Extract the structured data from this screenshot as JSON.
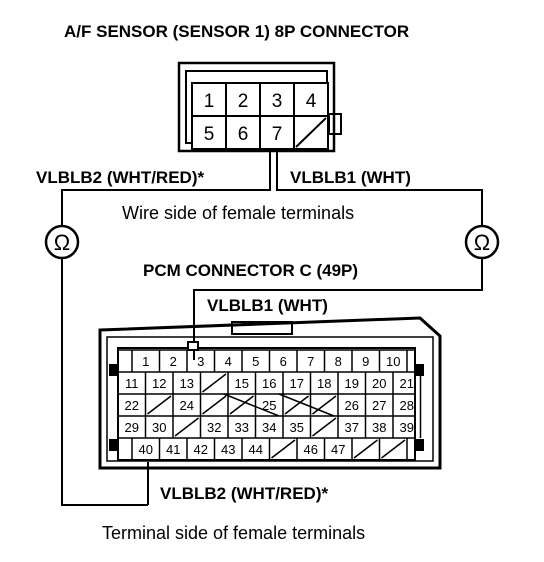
{
  "title": "A/F SENSOR (SENSOR 1) 8P CONNECTOR",
  "af_connector": {
    "terminals": [
      "1",
      "2",
      "3",
      "4",
      "5",
      "6",
      "7"
    ]
  },
  "labels": {
    "vlblb2_top": "VLBLB2 (WHT/RED)*",
    "vlblb1_top": "VLBLB1 (WHT)",
    "wire_side": "Wire side of female terminals",
    "pcm_title": "PCM CONNECTOR C (49P)",
    "vlblb1_pcm": "VLBLB1 (WHT)",
    "vlblb2_bottom": "VLBLB2 (WHT/RED)*",
    "terminal_side": "Terminal side of female terminals"
  },
  "meter_symbol": "Ω",
  "pcm_connector": {
    "rows": [
      [
        "1",
        "2",
        "3",
        "4",
        "5",
        "6",
        "7",
        "8",
        "9",
        "10"
      ],
      [
        "11",
        "12",
        "13",
        "",
        "15",
        "16",
        "17",
        "18",
        "19",
        "20",
        "21"
      ],
      [
        "22",
        "",
        "24",
        "",
        "",
        "25",
        "",
        "",
        "26",
        "27",
        "28"
      ],
      [
        "29",
        "30",
        "",
        "32",
        "33",
        "34",
        "35",
        "",
        "37",
        "38",
        "39"
      ],
      [
        "40",
        "41",
        "42",
        "43",
        "44",
        "",
        "46",
        "47",
        "",
        ""
      ]
    ]
  }
}
